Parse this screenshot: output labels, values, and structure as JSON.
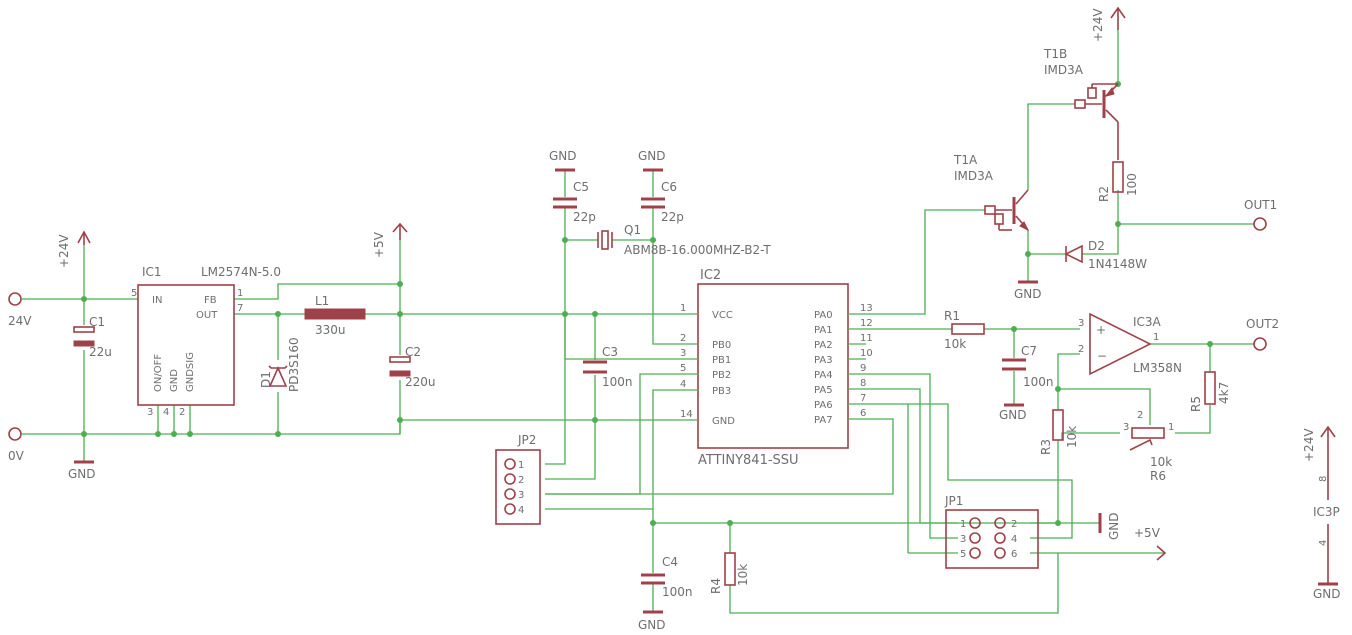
{
  "colors": {
    "wire": "#4caf50",
    "part": "#a04048",
    "text": "#6e6e6e",
    "background": "#ffffff"
  },
  "power": {
    "v24_left": "+24V",
    "v5_top": "+5V",
    "v24_top": "+24V",
    "v24_ic3p": "+24V",
    "v5_right": "+5V",
    "gnd_left": "GND",
    "gnd_c4": "GND",
    "gnd_c5": "GND",
    "gnd_c6": "GND",
    "gnd_t1": "GND",
    "gnd_c7": "GND",
    "gnd_jp1": "GND",
    "gnd_ic3p": "GND"
  },
  "terminals": {
    "in_24v": "24V",
    "in_0v": "0V",
    "out1": "OUT1",
    "out2": "OUT2"
  },
  "ic1": {
    "name": "IC1",
    "value": "LM2574N-5.0",
    "pin_in": "IN",
    "pin_fb": "FB",
    "pin_out": "OUT",
    "pin_onoff": "ON/OFF",
    "pin_gnd": "GND",
    "pin_gndsig": "GNDSIG",
    "n5": "5",
    "n1": "1",
    "n7": "7",
    "n3": "3",
    "n4": "4",
    "n2": "2"
  },
  "c1": {
    "name": "C1",
    "value": "22u"
  },
  "d1": {
    "name": "D1",
    "value": "PD3S160"
  },
  "l1": {
    "name": "L1",
    "value": "330u"
  },
  "c2": {
    "name": "C2",
    "value": "220u"
  },
  "c3": {
    "name": "C3",
    "value": "100n"
  },
  "c4": {
    "name": "C4",
    "value": "100n"
  },
  "c5": {
    "name": "C5",
    "value": "22p"
  },
  "c6": {
    "name": "C6",
    "value": "22p"
  },
  "c7": {
    "name": "C7",
    "value": "100n"
  },
  "q1": {
    "name": "Q1",
    "value": "ABM8B-16.000MHZ-B2-T"
  },
  "ic2": {
    "name": "IC2",
    "value": "ATTINY841-SSU",
    "left_pins": [
      {
        "num": "1",
        "label": "VCC"
      },
      {
        "num": "2",
        "label": "PB0"
      },
      {
        "num": "3",
        "label": "PB1"
      },
      {
        "num": "5",
        "label": "PB2"
      },
      {
        "num": "4",
        "label": "PB3"
      },
      {
        "num": "14",
        "label": "GND"
      }
    ],
    "right_pins": [
      {
        "num": "13",
        "label": "PA0"
      },
      {
        "num": "12",
        "label": "PA1"
      },
      {
        "num": "11",
        "label": "PA2"
      },
      {
        "num": "10",
        "label": "PA3"
      },
      {
        "num": "9",
        "label": "PA4"
      },
      {
        "num": "8",
        "label": "PA5"
      },
      {
        "num": "7",
        "label": "PA6"
      },
      {
        "num": "6",
        "label": "PA7"
      }
    ]
  },
  "jp2": {
    "name": "JP2",
    "pins": [
      "1",
      "2",
      "3",
      "4"
    ]
  },
  "jp1": {
    "name": "JP1",
    "pins": [
      "1",
      "2",
      "3",
      "4",
      "5",
      "6"
    ]
  },
  "r1": {
    "name": "R1",
    "value": "10k"
  },
  "r2": {
    "name": "R2",
    "value": "100"
  },
  "r3": {
    "name": "R3",
    "value": "10k"
  },
  "r4": {
    "name": "R4",
    "value": "10k"
  },
  "r5": {
    "name": "R5",
    "value": "4k7"
  },
  "r6": {
    "name": "R6",
    "value": "10k",
    "pin1": "1",
    "pin2": "2",
    "pin3": "3"
  },
  "t1a": {
    "name": "T1A",
    "value": "IMD3A"
  },
  "t1b": {
    "name": "T1B",
    "value": "IMD3A"
  },
  "d2": {
    "name": "D2",
    "value": "1N4148W"
  },
  "ic3a": {
    "name": "IC3A",
    "value": "LM358N",
    "pin3": "3",
    "pin2": "2",
    "pin1": "1"
  },
  "ic3p": {
    "name": "IC3P",
    "pin8": "8",
    "pin4": "4"
  }
}
